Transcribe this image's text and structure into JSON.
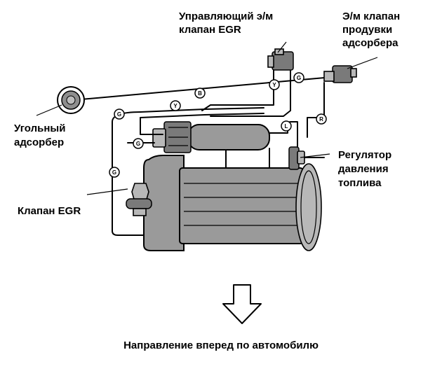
{
  "labels": {
    "egr_solenoid": [
      "Управляющий э/м",
      "клапан EGR"
    ],
    "purge_solenoid": [
      "Э/м клапан",
      "продувки",
      "адсорбера"
    ],
    "charcoal_canister": [
      "Угольный",
      "адсорбер"
    ],
    "fuel_pressure_regulator": [
      "Регулятор",
      "давления",
      "топлива"
    ],
    "egr_valve": "Клапан EGR",
    "forward_direction": "Направление вперед по автомобилю"
  },
  "hose_codes": {
    "y_top": "Y",
    "g_top": "G",
    "b": "B",
    "y_mid": "Y",
    "g_left": "G",
    "g_center": "G",
    "l": "L",
    "r": "R",
    "g_low": "G"
  }
}
